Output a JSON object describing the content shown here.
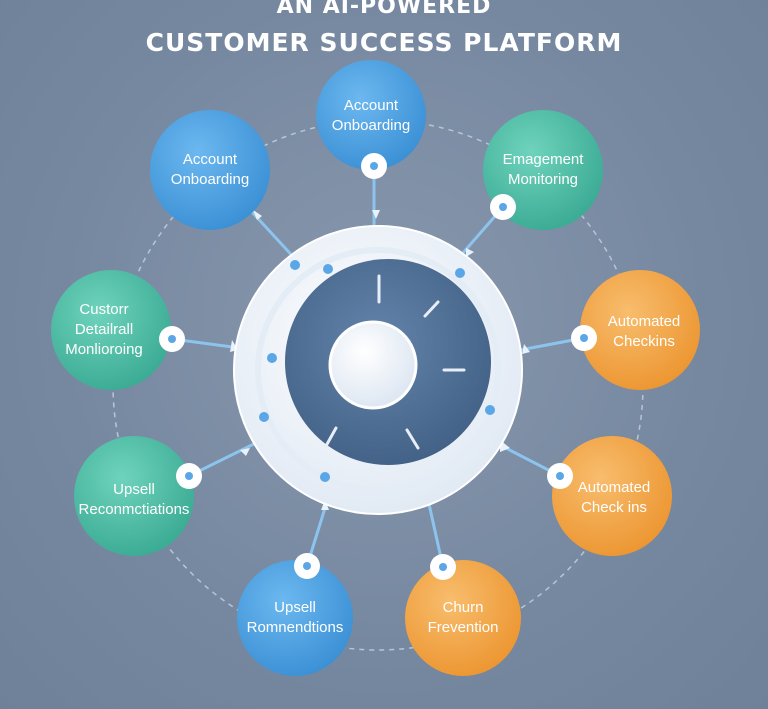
{
  "title": {
    "line1": "AN AI-POWERED",
    "line2": "CUSTOMER SUCCESS PLATFORM"
  },
  "nodes": [
    {
      "id": "top",
      "lines": [
        "Account",
        "Onboarding"
      ],
      "color": "#4a9fe0"
    },
    {
      "id": "top-left",
      "lines": [
        "Account",
        "Onboarding"
      ],
      "color": "#4a9fe0"
    },
    {
      "id": "top-right",
      "lines": [
        "Emagement",
        "Monitoring"
      ],
      "color": "#4dbfa8"
    },
    {
      "id": "left",
      "lines": [
        "Custorr",
        "Detailrall",
        "Monlioroing"
      ],
      "color": "#4dbfa8"
    },
    {
      "id": "right-upper",
      "lines": [
        "Automated",
        "Checkins"
      ],
      "color": "#f3a347"
    },
    {
      "id": "left-lower",
      "lines": [
        "Upsell",
        "Reconmctiations"
      ],
      "color": "#4dbfa8"
    },
    {
      "id": "right-lower",
      "lines": [
        "Automated",
        "Check ins"
      ],
      "color": "#f3a347"
    },
    {
      "id": "bottom-left",
      "lines": [
        "Upsell",
        "Romnendtions"
      ],
      "color": "#4a9fe0"
    },
    {
      "id": "bottom-right",
      "lines": [
        "Churn",
        "Frevention"
      ],
      "color": "#f3a347"
    }
  ],
  "colors": {
    "background": "#7688a0",
    "hub_outer": "#f2f6fb",
    "hub_inner": "#4f6e93",
    "connector": "#8cc4ee"
  }
}
